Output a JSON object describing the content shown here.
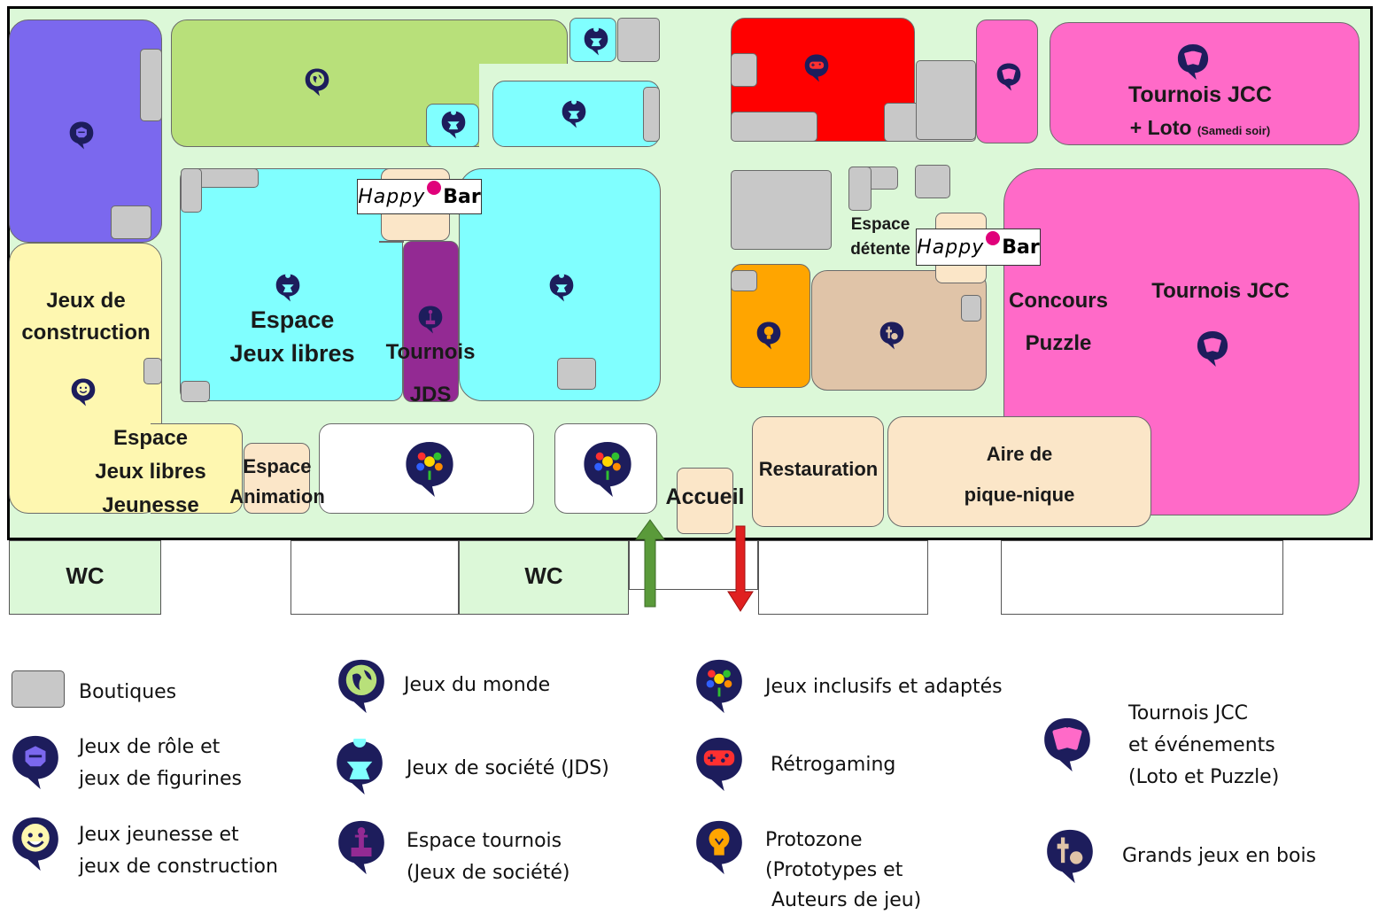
{
  "map": {
    "zones": {
      "construction": "Jeux de\nconstruction",
      "jeunesse": "Espace\nJeux libres\nJeunesse",
      "animation": "Espace\nAnimation",
      "jeux_libres": "Espace\nJeux libres",
      "tournoi_jds": "Tournois\nJDS",
      "detente": "Espace\ndétente",
      "concours": "Concours\nPuzzle",
      "tournois_jcc_right": "Tournois JCC",
      "tournois_jcc_top": "Tournois JCC",
      "loto": "+ Loto",
      "loto_note": "(Samedi soir)",
      "restauration": "Restauration",
      "pique_nique": "Aire de\npique-nique",
      "accueil": "Accueil"
    },
    "bar_left": {
      "happy": "Happy",
      "bar": "Bar"
    },
    "bar_right": {
      "happy": "Happy",
      "bar": "Bar"
    },
    "wc_left": "WC",
    "wc_middle": "WC",
    "colors": {
      "hall": "#dcf8d8",
      "role": "#7b68ee",
      "world": "#b8e07a",
      "jds": "#80ffff",
      "tournoi": "#932a93",
      "retro": "#ff0000",
      "jcc": "#ff6ac8",
      "jeunesse": "#fef7b0",
      "inclusive": "#ffffff",
      "proto": "#ffa500",
      "bois": "#e0c4a8",
      "food": "#fbe6c8",
      "shop": "#c8c8c8",
      "icon": "#1d1d5c",
      "arrow_in": "#5a9a3a",
      "arrow_out": "#e02020"
    }
  },
  "legend": {
    "boutiques": "Boutiques",
    "role": "Jeux de rôle et\njeux de figurines",
    "jeunesse": "Jeux jeunesse et\njeux de construction",
    "monde": "Jeux du monde",
    "jds": "Jeux de société (JDS)",
    "tournoi": "Espace tournois\n(Jeux de société)",
    "inclusifs": "Jeux inclusifs et adaptés",
    "retro": "Rétrogaming",
    "proto": "Protozone\n(Prototypes et\n Auteurs de jeu)",
    "jcc": "Tournois JCC\net événements\n(Loto et Puzzle)",
    "bois": "Grands jeux en bois"
  }
}
